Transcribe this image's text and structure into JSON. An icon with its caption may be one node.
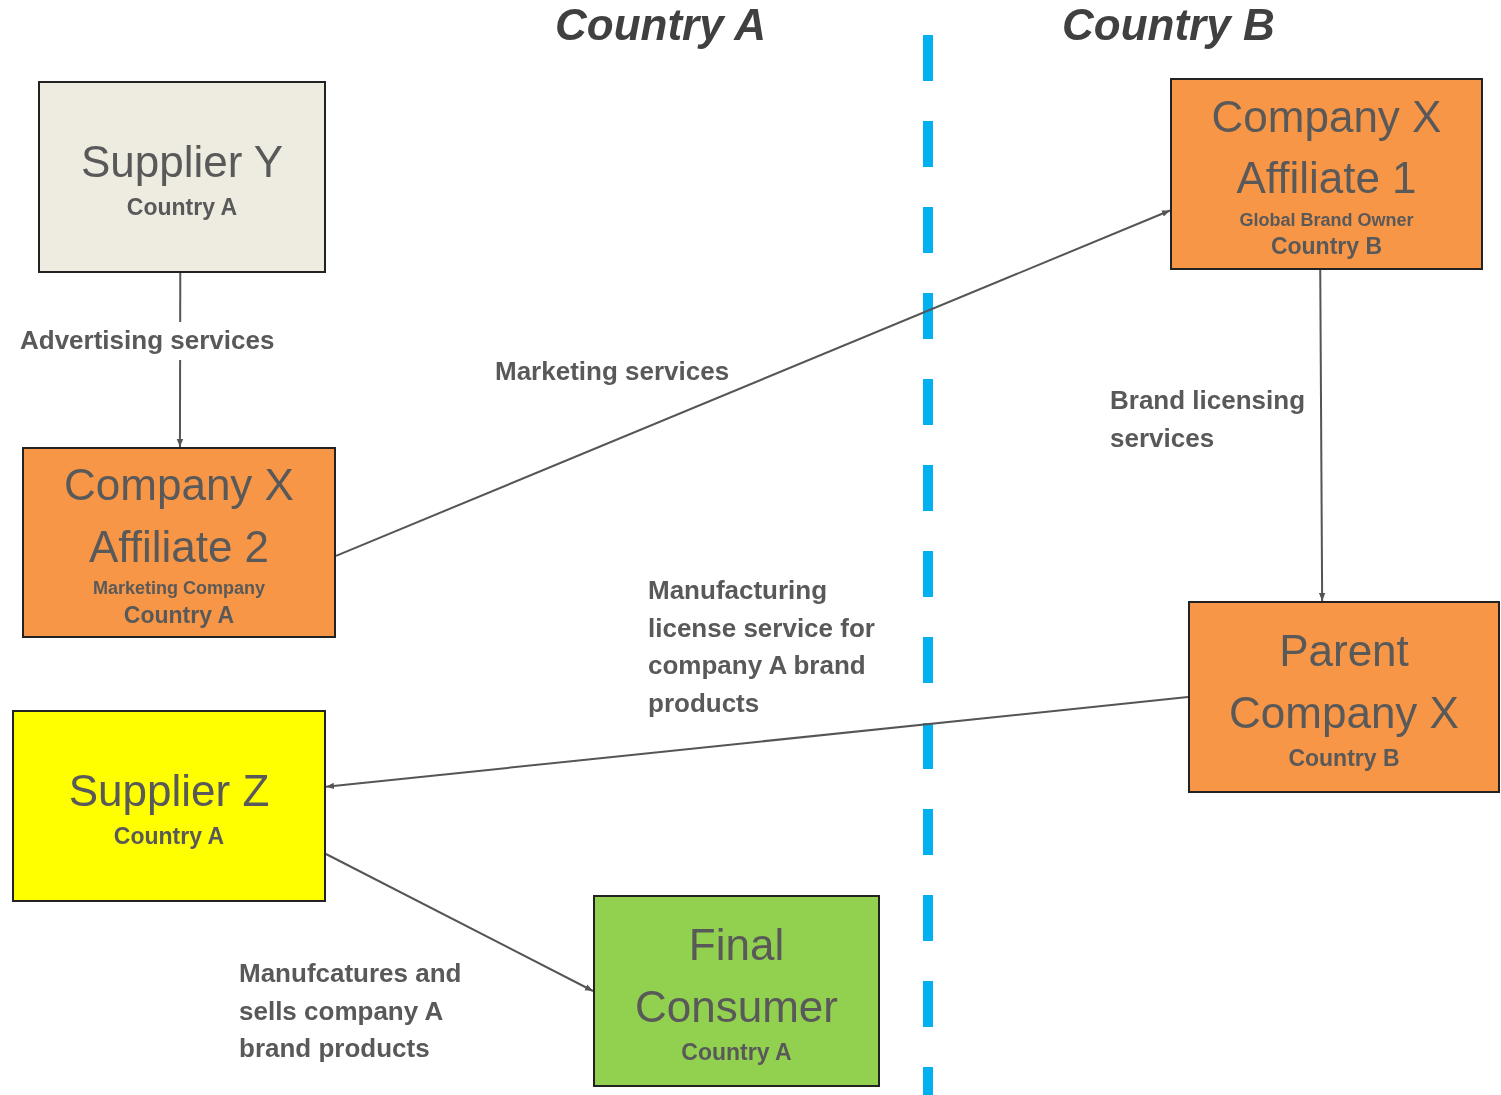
{
  "diagram": {
    "nodes": [
      {
        "text": [
          "Supplier Y",
          "Country A"
        ]
      },
      {
        "text": [
          "Company X Affiliate 1",
          "Global Brand Owner",
          "Country B"
        ]
      },
      {
        "text": [
          "Company X Affiliate 2",
          "Marketing Company",
          "Country A"
        ]
      },
      {
        "text": [
          "Parent Company X",
          "Country B"
        ]
      },
      {
        "text": [
          "Supplier Z",
          "Country A"
        ]
      },
      {
        "text": [
          "Final Consumer",
          "Country A"
        ]
      }
    ],
    "edges": [
      {
        "from": 0,
        "to": 2,
        "arrow": "to",
        "label": "Advertising services"
      },
      {
        "from": 2,
        "to": 1,
        "arrow": "to",
        "label": "Marketing services"
      },
      {
        "from": 1,
        "to": 3,
        "arrow": "to",
        "label": "Brand licensing services"
      },
      {
        "from": 3,
        "to": 4,
        "arrow": "to",
        "label": "Manufacturing license service for company A brand products"
      },
      {
        "from": 4,
        "to": 5,
        "arrow": "to",
        "label": "Manufcatures and sells company A brand products"
      }
    ],
    "labels": [
      "Country A",
      "Country B"
    ]
  }
}
